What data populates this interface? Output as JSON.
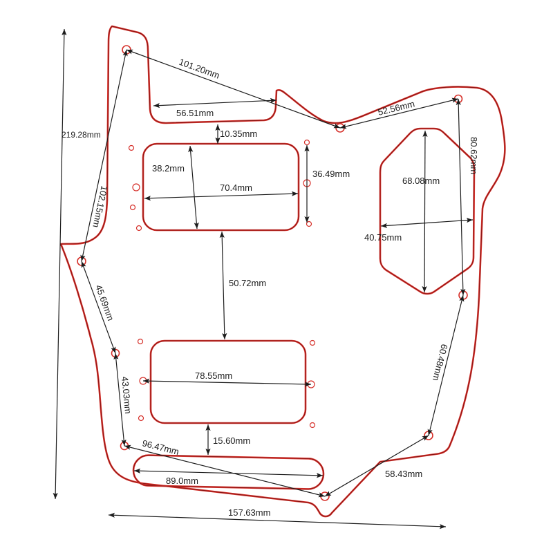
{
  "colors": {
    "background": "#ffffff",
    "outline": "#d6302a",
    "outline_inner": "#6e0f0f",
    "dimension": "#1c1c1c",
    "text": "#1c1c1c"
  },
  "labels": {
    "top_diagonal": "101.20mm",
    "top_slot": "56.51mm",
    "slot_gap": "10.35mm",
    "upper_pickup_height": "38.2mm",
    "upper_pickup_width": "70.4mm",
    "upper_pickup_screws": "36.49mm",
    "pickup_spacing": "50.72mm",
    "upper_right": "52.56mm",
    "right_upper": "80.62mm",
    "cavity_height": "68.08mm",
    "cavity_width": "40.75mm",
    "left_upper": "102.15mm",
    "overall_height": "219.28mm",
    "left_middle": "45.69mm",
    "left_lower": "43.03mm",
    "lower_pickup_screws": "78.55mm",
    "lower_gap": "15.60mm",
    "bottom_diagonal": "96.47mm",
    "bottom_slot": "89.0mm",
    "bottom_right": "58.43mm",
    "right_lower": "60.48mm",
    "overall_width": "157.63mm"
  }
}
